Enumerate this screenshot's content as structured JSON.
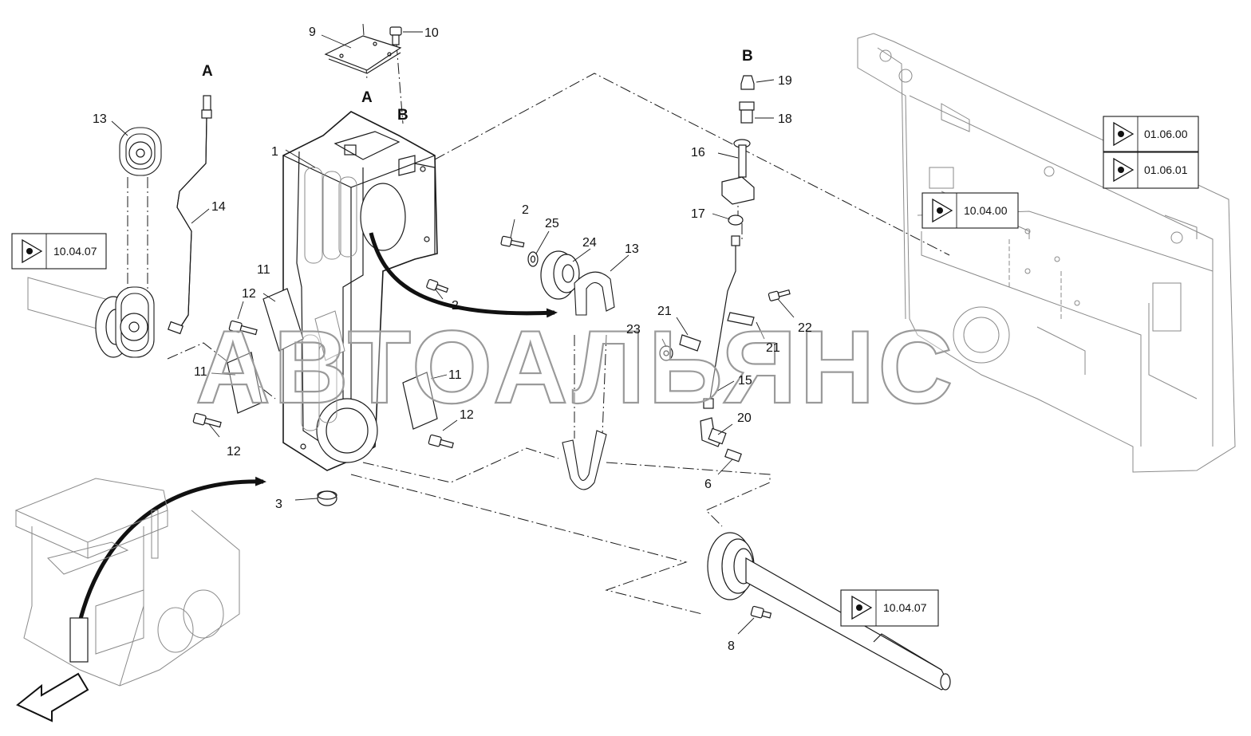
{
  "watermark": "АВТОАЛЬЯНС",
  "connection_letters": {
    "a_left": "A",
    "a_housing": "A",
    "b_housing": "B",
    "b_right": "B"
  },
  "part_numbers": {
    "p1": "1",
    "p2_top": "2",
    "p2_mid": "2",
    "p3": "3",
    "p6": "6",
    "p8": "8",
    "p9": "9",
    "p10": "10",
    "p11_a": "11",
    "p11_b": "11",
    "p11_c": "11",
    "p12_a": "12",
    "p12_b": "12",
    "p12_c": "12",
    "p13_left": "13",
    "p13_right": "13",
    "p14": "14",
    "p15": "15",
    "p16": "16",
    "p17": "17",
    "p18": "18",
    "p19": "19",
    "p20": "20",
    "p21_a": "21",
    "p21_b": "21",
    "p22": "22",
    "p23": "23",
    "p24": "24",
    "p25": "25"
  },
  "view_references": {
    "left_shaft": "10.04.07",
    "frame_upper": "01.06.00",
    "frame_lower": "01.06.01",
    "frame_plate": "10.04.00",
    "bottom_shaft": "10.04.07"
  },
  "icons": {
    "view_reference": "eye-icon",
    "direction": "arrow-icon"
  }
}
